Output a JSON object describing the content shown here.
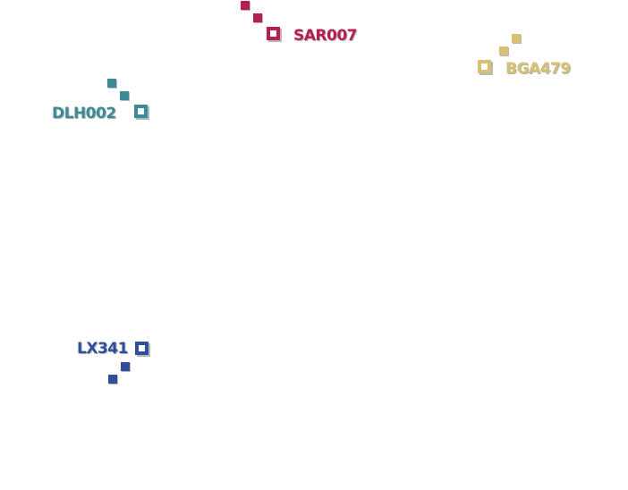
{
  "targets": [
    {
      "id": "sar007",
      "callsign": "SAR007",
      "color": "#b5204f",
      "symbol": "hollow-square-icon",
      "trail": "dotted-history"
    },
    {
      "id": "bga479",
      "callsign": "BGA479",
      "color": "#d6c272",
      "symbol": "hollow-square-icon",
      "trail": "dotted-history"
    },
    {
      "id": "dlh002",
      "callsign": "DLH002",
      "color": "#3d8b94",
      "symbol": "hollow-square-icon",
      "trail": "dotted-history"
    },
    {
      "id": "lx341",
      "callsign": "LX341",
      "color": "#2f4f9c",
      "symbol": "hollow-square-icon",
      "trail": "dotted-history"
    }
  ]
}
